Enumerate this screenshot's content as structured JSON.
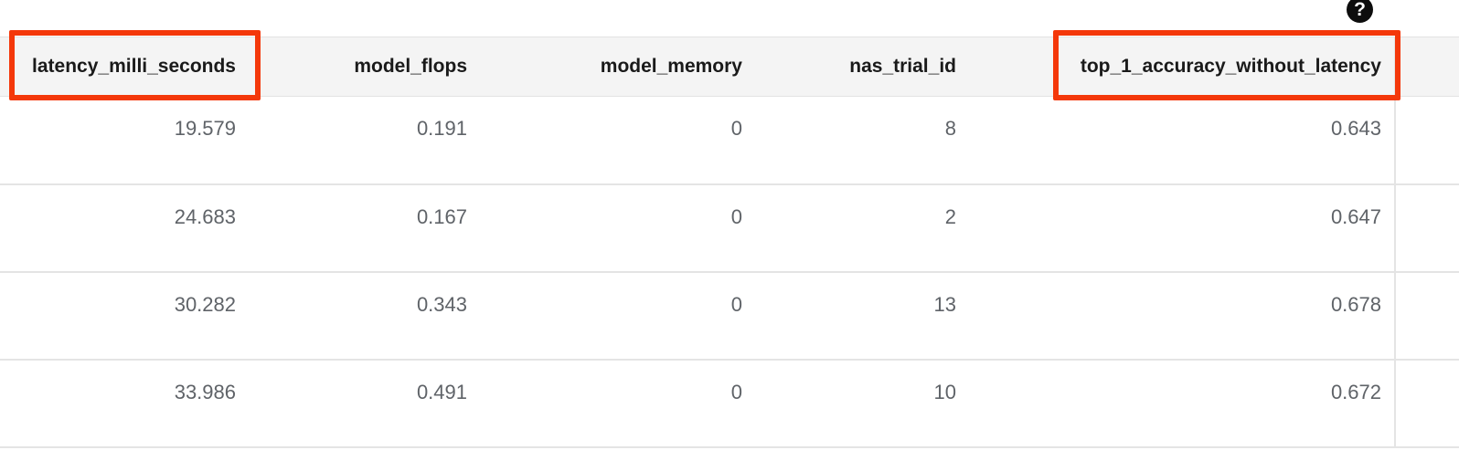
{
  "help": {
    "icon": "help-icon",
    "label": "?"
  },
  "table": {
    "columns": [
      {
        "key": "latency_milli_seconds",
        "label": "latency_milli_seconds",
        "highlighted": true
      },
      {
        "key": "model_flops",
        "label": "model_flops",
        "highlighted": false
      },
      {
        "key": "model_memory",
        "label": "model_memory",
        "highlighted": false
      },
      {
        "key": "nas_trial_id",
        "label": "nas_trial_id",
        "highlighted": false
      },
      {
        "key": "top_1_accuracy_without_latency",
        "label": "top_1_accuracy_without_latency",
        "highlighted": true
      }
    ],
    "rows": [
      {
        "latency_milli_seconds": "19.579",
        "model_flops": "0.191",
        "model_memory": "0",
        "nas_trial_id": "8",
        "top_1_accuracy_without_latency": "0.643"
      },
      {
        "latency_milli_seconds": "24.683",
        "model_flops": "0.167",
        "model_memory": "0",
        "nas_trial_id": "2",
        "top_1_accuracy_without_latency": "0.647"
      },
      {
        "latency_milli_seconds": "30.282",
        "model_flops": "0.343",
        "model_memory": "0",
        "nas_trial_id": "13",
        "top_1_accuracy_without_latency": "0.678"
      },
      {
        "latency_milli_seconds": "33.986",
        "model_flops": "0.491",
        "model_memory": "0",
        "nas_trial_id": "10",
        "top_1_accuracy_without_latency": "0.672"
      }
    ]
  },
  "annotations": [
    {
      "name": "latency-column-header-highlight",
      "target": "latency_milli_seconds",
      "color": "#f4380a"
    },
    {
      "name": "top1-column-header-highlight",
      "target": "top_1_accuracy_without_latency",
      "color": "#f4380a"
    }
  ],
  "colors": {
    "annotation": "#f4380a",
    "header_background": "#f4f4f4",
    "header_text": "#1a1a1a",
    "cell_text": "#5f6368",
    "grid_line": "#e4e4e4",
    "page_background": "#ffffff",
    "help_icon_background": "#0d0d0d"
  }
}
